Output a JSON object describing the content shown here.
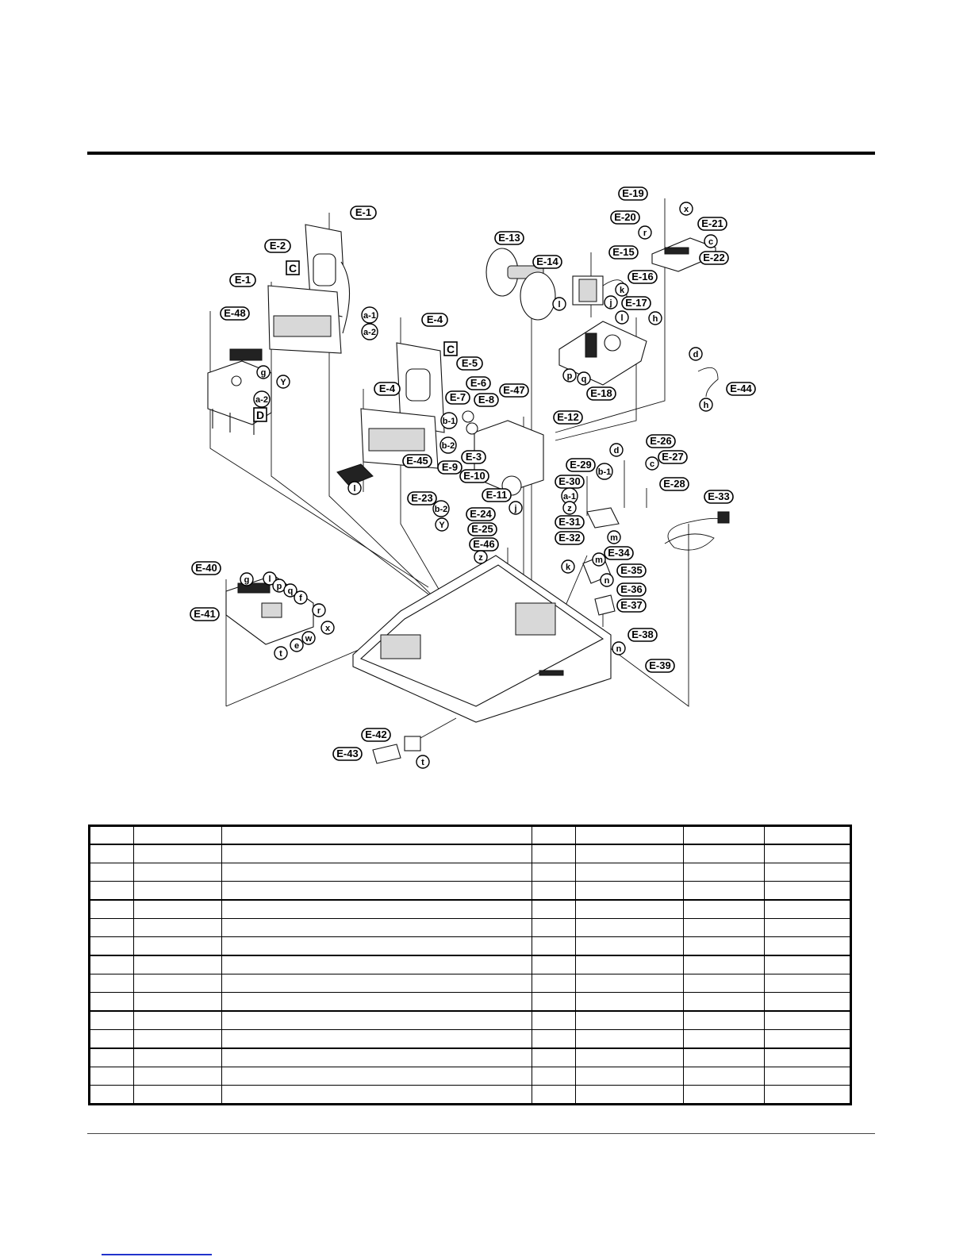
{
  "diagram": {
    "part_labels": [
      "E-1",
      "E-2",
      "E-1",
      "E-48",
      "E-4",
      "E-5",
      "E-4",
      "E-7",
      "E-6",
      "E-8",
      "E-47",
      "E-45",
      "E-9",
      "E-3",
      "E-10",
      "E-11",
      "E-12",
      "E-13",
      "E-14",
      "E-15",
      "E-16",
      "E-17",
      "E-18",
      "E-19",
      "E-20",
      "E-21",
      "E-22",
      "E-26",
      "E-27",
      "E-28",
      "E-29",
      "E-30",
      "E-31",
      "E-32",
      "E-33",
      "E-23",
      "E-24",
      "E-25",
      "E-46",
      "E-34",
      "E-35",
      "E-36",
      "E-37",
      "E-38",
      "E-39",
      "E-40",
      "E-41",
      "E-42",
      "E-43",
      "E-44"
    ],
    "connector_letters": [
      "a-1",
      "a-2",
      "g",
      "Y",
      "a-2",
      "b-1",
      "b-2",
      "l",
      "b-2",
      "Y",
      "j",
      "k",
      "l",
      "l",
      "j",
      "h",
      "p",
      "q",
      "x",
      "r",
      "c",
      "d",
      "h",
      "d",
      "c",
      "b-1",
      "a-1",
      "z",
      "m",
      "z",
      "k",
      "m",
      "n",
      "n",
      "g",
      "l",
      "p",
      "q",
      "f",
      "r",
      "x",
      "w",
      "e",
      "t",
      "t"
    ],
    "view_markers": [
      "C",
      "D",
      "C"
    ]
  },
  "parts_table": {
    "columns": [
      "",
      "",
      "",
      "",
      "",
      "",
      ""
    ],
    "rows": [
      [
        "",
        "",
        "",
        "",
        "",
        "",
        ""
      ],
      [
        "",
        "",
        "",
        "",
        "",
        "",
        ""
      ],
      [
        "",
        "",
        "",
        "",
        "",
        "",
        ""
      ],
      [
        "",
        "",
        "",
        "",
        "",
        "",
        ""
      ],
      [
        "",
        "",
        "",
        "",
        "",
        "",
        ""
      ],
      [
        "",
        "",
        "",
        "",
        "",
        "",
        ""
      ],
      [
        "",
        "",
        "",
        "",
        "",
        "",
        ""
      ],
      [
        "",
        "",
        "",
        "",
        "",
        "",
        ""
      ],
      [
        "",
        "",
        "",
        "",
        "",
        "",
        ""
      ],
      [
        "",
        "",
        "",
        "",
        "",
        "",
        ""
      ],
      [
        "",
        "",
        "",
        "",
        "",
        "",
        ""
      ],
      [
        "",
        "",
        "",
        "",
        "",
        "",
        ""
      ],
      [
        "",
        "",
        "",
        "",
        "",
        "",
        ""
      ],
      [
        "",
        "",
        "",
        "",
        "",
        "",
        ""
      ]
    ]
  }
}
